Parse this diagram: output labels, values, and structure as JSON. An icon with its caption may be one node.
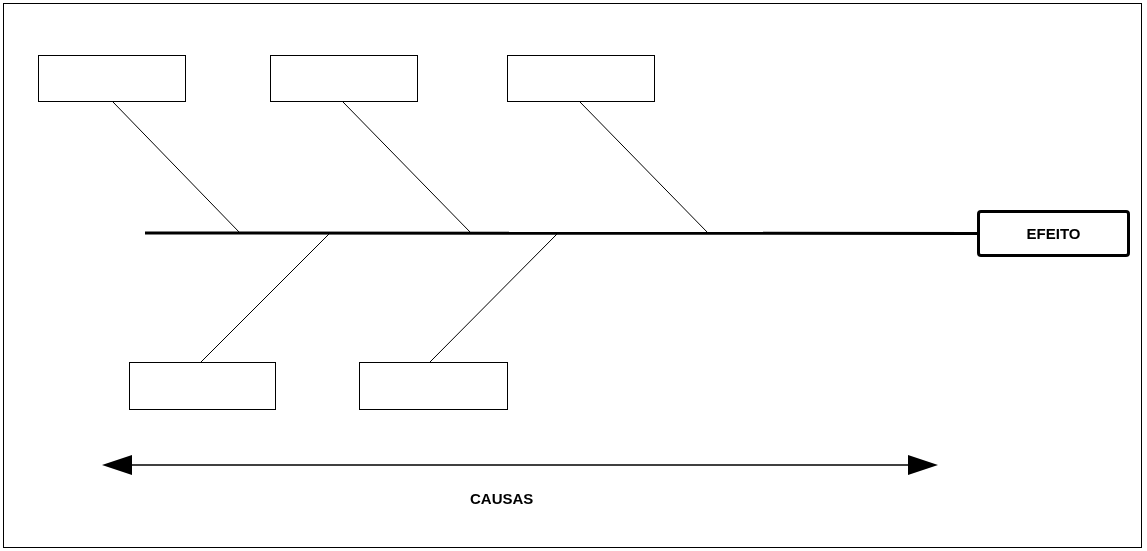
{
  "diagram": {
    "nodes": [
      {
        "text": [],
        "shape": "box"
      },
      {
        "text": [],
        "shape": "box"
      },
      {
        "text": [],
        "shape": "box"
      },
      {
        "text": [],
        "shape": "box"
      },
      {
        "text": [],
        "shape": "box"
      },
      {
        "text": [
          "EFEITO"
        ]
      }
    ],
    "edges": [
      {
        "from": null,
        "to": 5,
        "arrow": "none",
        "style": "thick"
      },
      {
        "from": 0,
        "to": null,
        "arrow": "none"
      },
      {
        "from": 1,
        "to": null,
        "arrow": "none"
      },
      {
        "from": 2,
        "to": null,
        "arrow": "none"
      },
      {
        "from": 3,
        "to": null,
        "arrow": "none"
      },
      {
        "from": 4,
        "to": null,
        "arrow": "none"
      }
    ],
    "labels": [
      "CAUSAS"
    ]
  }
}
